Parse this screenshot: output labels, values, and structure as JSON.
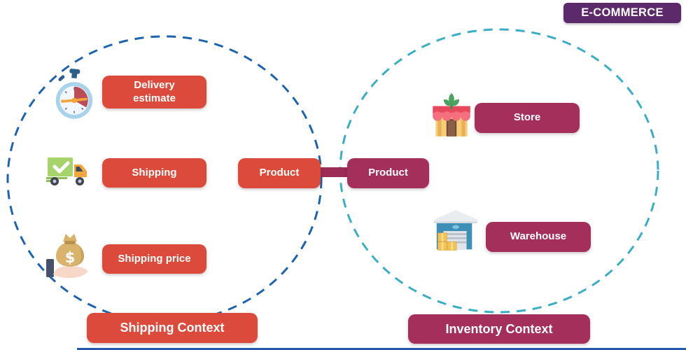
{
  "badge": {
    "label": "E-COMMERCE"
  },
  "colors": {
    "shipping_accent": "#DC4A3C",
    "inventory_accent": "#A52F5B",
    "badge_bg": "#5C2A6A",
    "shipping_circle": "#1E63AE",
    "inventory_circle": "#3BADC4",
    "connector": "#9C2B56",
    "bottom_line": "#2458AC"
  },
  "shipping_context": {
    "label": "Shipping Context",
    "items": [
      {
        "label": "Delivery estimate",
        "icon": "stopwatch-icon"
      },
      {
        "label": "Shipping",
        "icon": "delivery-truck-icon"
      },
      {
        "label": "Shipping price",
        "icon": "money-bag-hand-icon"
      }
    ],
    "shared_entity": {
      "label": "Product"
    }
  },
  "inventory_context": {
    "label": "Inventory Context",
    "items": [
      {
        "label": "Store",
        "icon": "store-icon"
      },
      {
        "label": "Warehouse",
        "icon": "warehouse-icon"
      }
    ],
    "shared_entity": {
      "label": "Product"
    }
  }
}
